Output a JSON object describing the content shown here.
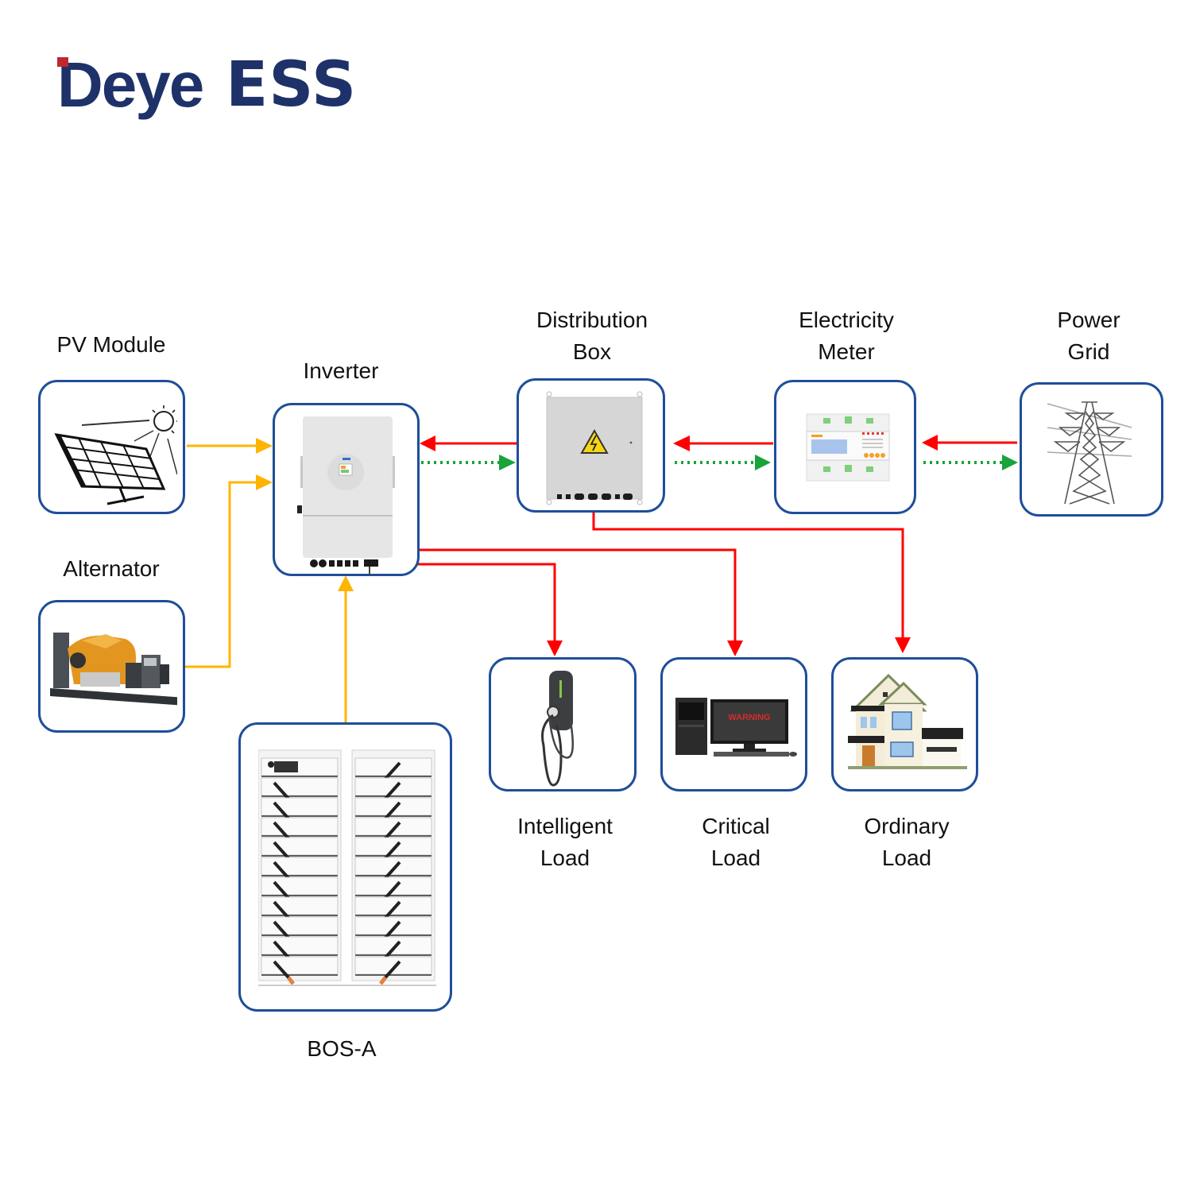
{
  "logo": {
    "brand": "Deye",
    "product": "ESS",
    "brand_color": "#1e3269",
    "accent_color": "#c1272d"
  },
  "colors": {
    "box_border": "#1f4e9a",
    "dc_flow": "#ffb400",
    "ac_flow": "#ff0000",
    "export_flow": "#1aa33a"
  },
  "nodes": {
    "pv": {
      "label_lines": [
        "PV Module"
      ],
      "icon": "solar-panel-icon"
    },
    "alternator": {
      "label_lines": [
        "Alternator"
      ],
      "icon": "generator-icon"
    },
    "inverter": {
      "label_lines": [
        "Inverter"
      ],
      "icon": "inverter-icon"
    },
    "distribution": {
      "label_lines": [
        "Distribution",
        "Box"
      ],
      "icon": "distribution-box-icon"
    },
    "meter": {
      "label_lines": [
        "Electricity",
        "Meter"
      ],
      "icon": "electricity-meter-icon"
    },
    "grid": {
      "label_lines": [
        "Power",
        "Grid"
      ],
      "icon": "transmission-tower-icon"
    },
    "intelligent_load": {
      "label_lines": [
        "Intelligent",
        "Load"
      ],
      "icon": "ev-charger-icon"
    },
    "critical_load": {
      "label_lines": [
        "Critical",
        "Load"
      ],
      "icon": "computer-icon",
      "screen_text": "WARNING"
    },
    "ordinary_load": {
      "label_lines": [
        "Ordinary",
        "Load"
      ],
      "icon": "house-icon"
    },
    "battery": {
      "label_lines": [
        "BOS-A"
      ],
      "icon": "battery-rack-icon"
    }
  },
  "connections": [
    {
      "from": "pv",
      "to": "inverter",
      "type": "dc_flow",
      "style": "solid"
    },
    {
      "from": "alternator",
      "to": "inverter",
      "type": "dc_flow",
      "style": "solid"
    },
    {
      "from": "battery",
      "to": "inverter",
      "type": "dc_flow",
      "style": "solid"
    },
    {
      "from": "distribution",
      "to": "inverter",
      "type": "ac_flow",
      "style": "solid"
    },
    {
      "from": "inverter",
      "to": "distribution",
      "type": "export_flow",
      "style": "dotted"
    },
    {
      "from": "meter",
      "to": "distribution",
      "type": "ac_flow",
      "style": "solid"
    },
    {
      "from": "distribution",
      "to": "meter",
      "type": "export_flow",
      "style": "dotted"
    },
    {
      "from": "grid",
      "to": "meter",
      "type": "ac_flow",
      "style": "solid"
    },
    {
      "from": "meter",
      "to": "grid",
      "type": "export_flow",
      "style": "dotted"
    },
    {
      "from": "inverter",
      "to": "intelligent_load",
      "type": "ac_flow",
      "style": "solid"
    },
    {
      "from": "inverter",
      "to": "critical_load",
      "type": "ac_flow",
      "style": "solid"
    },
    {
      "from": "distribution",
      "to": "ordinary_load",
      "type": "ac_flow",
      "style": "solid"
    }
  ]
}
